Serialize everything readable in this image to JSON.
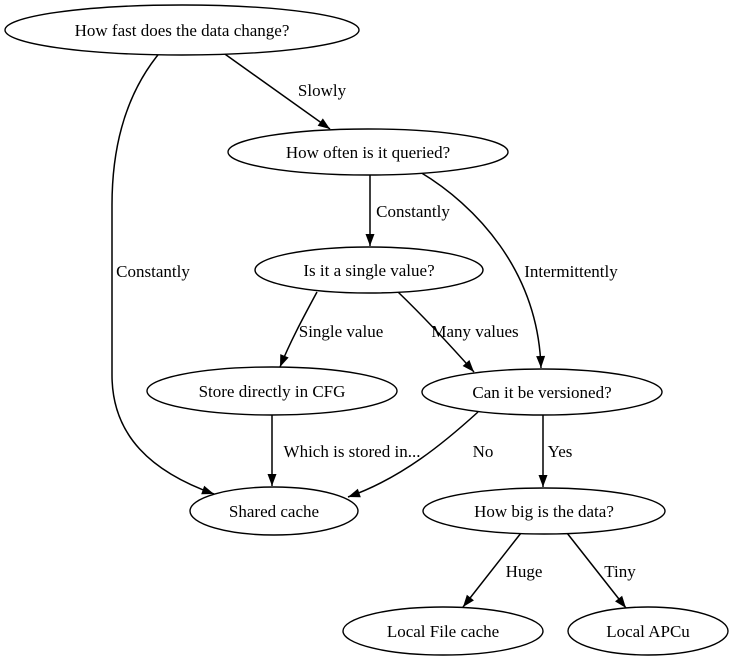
{
  "diagram": {
    "colors": {
      "background": "#ffffff",
      "node_fill": "#ffffff",
      "line": "#000000",
      "text": "#000000"
    },
    "nodes": {
      "q_change": {
        "label": "How fast does the data change?"
      },
      "q_queried": {
        "label": "How often is it queried?"
      },
      "q_single": {
        "label": "Is it a single value?"
      },
      "store_cfg": {
        "label": "Store directly in CFG"
      },
      "q_versioned": {
        "label": "Can it be versioned?"
      },
      "shared_cache": {
        "label": "Shared cache"
      },
      "q_big": {
        "label": "How big is the data?"
      },
      "local_file": {
        "label": "Local File cache"
      },
      "local_apcu": {
        "label": "Local APCu"
      }
    },
    "edges": {
      "slowly": {
        "label": "Slowly",
        "from": "q_change",
        "to": "q_queried"
      },
      "constantly_to_cache": {
        "label": "Constantly",
        "from": "q_change",
        "to": "shared_cache"
      },
      "constantly_to_single": {
        "label": "Constantly",
        "from": "q_queried",
        "to": "q_single"
      },
      "intermittently": {
        "label": "Intermittently",
        "from": "q_queried",
        "to": "q_versioned"
      },
      "single_value": {
        "label": "Single value",
        "from": "q_single",
        "to": "store_cfg"
      },
      "many_values": {
        "label": "Many values",
        "from": "q_single",
        "to": "q_versioned"
      },
      "which_stored": {
        "label": "Which is stored in...",
        "from": "store_cfg",
        "to": "shared_cache"
      },
      "no": {
        "label": "No",
        "from": "q_versioned",
        "to": "shared_cache"
      },
      "yes": {
        "label": "Yes",
        "from": "q_versioned",
        "to": "q_big"
      },
      "huge": {
        "label": "Huge",
        "from": "q_big",
        "to": "local_file"
      },
      "tiny": {
        "label": "Tiny",
        "from": "q_big",
        "to": "local_apcu"
      }
    }
  }
}
